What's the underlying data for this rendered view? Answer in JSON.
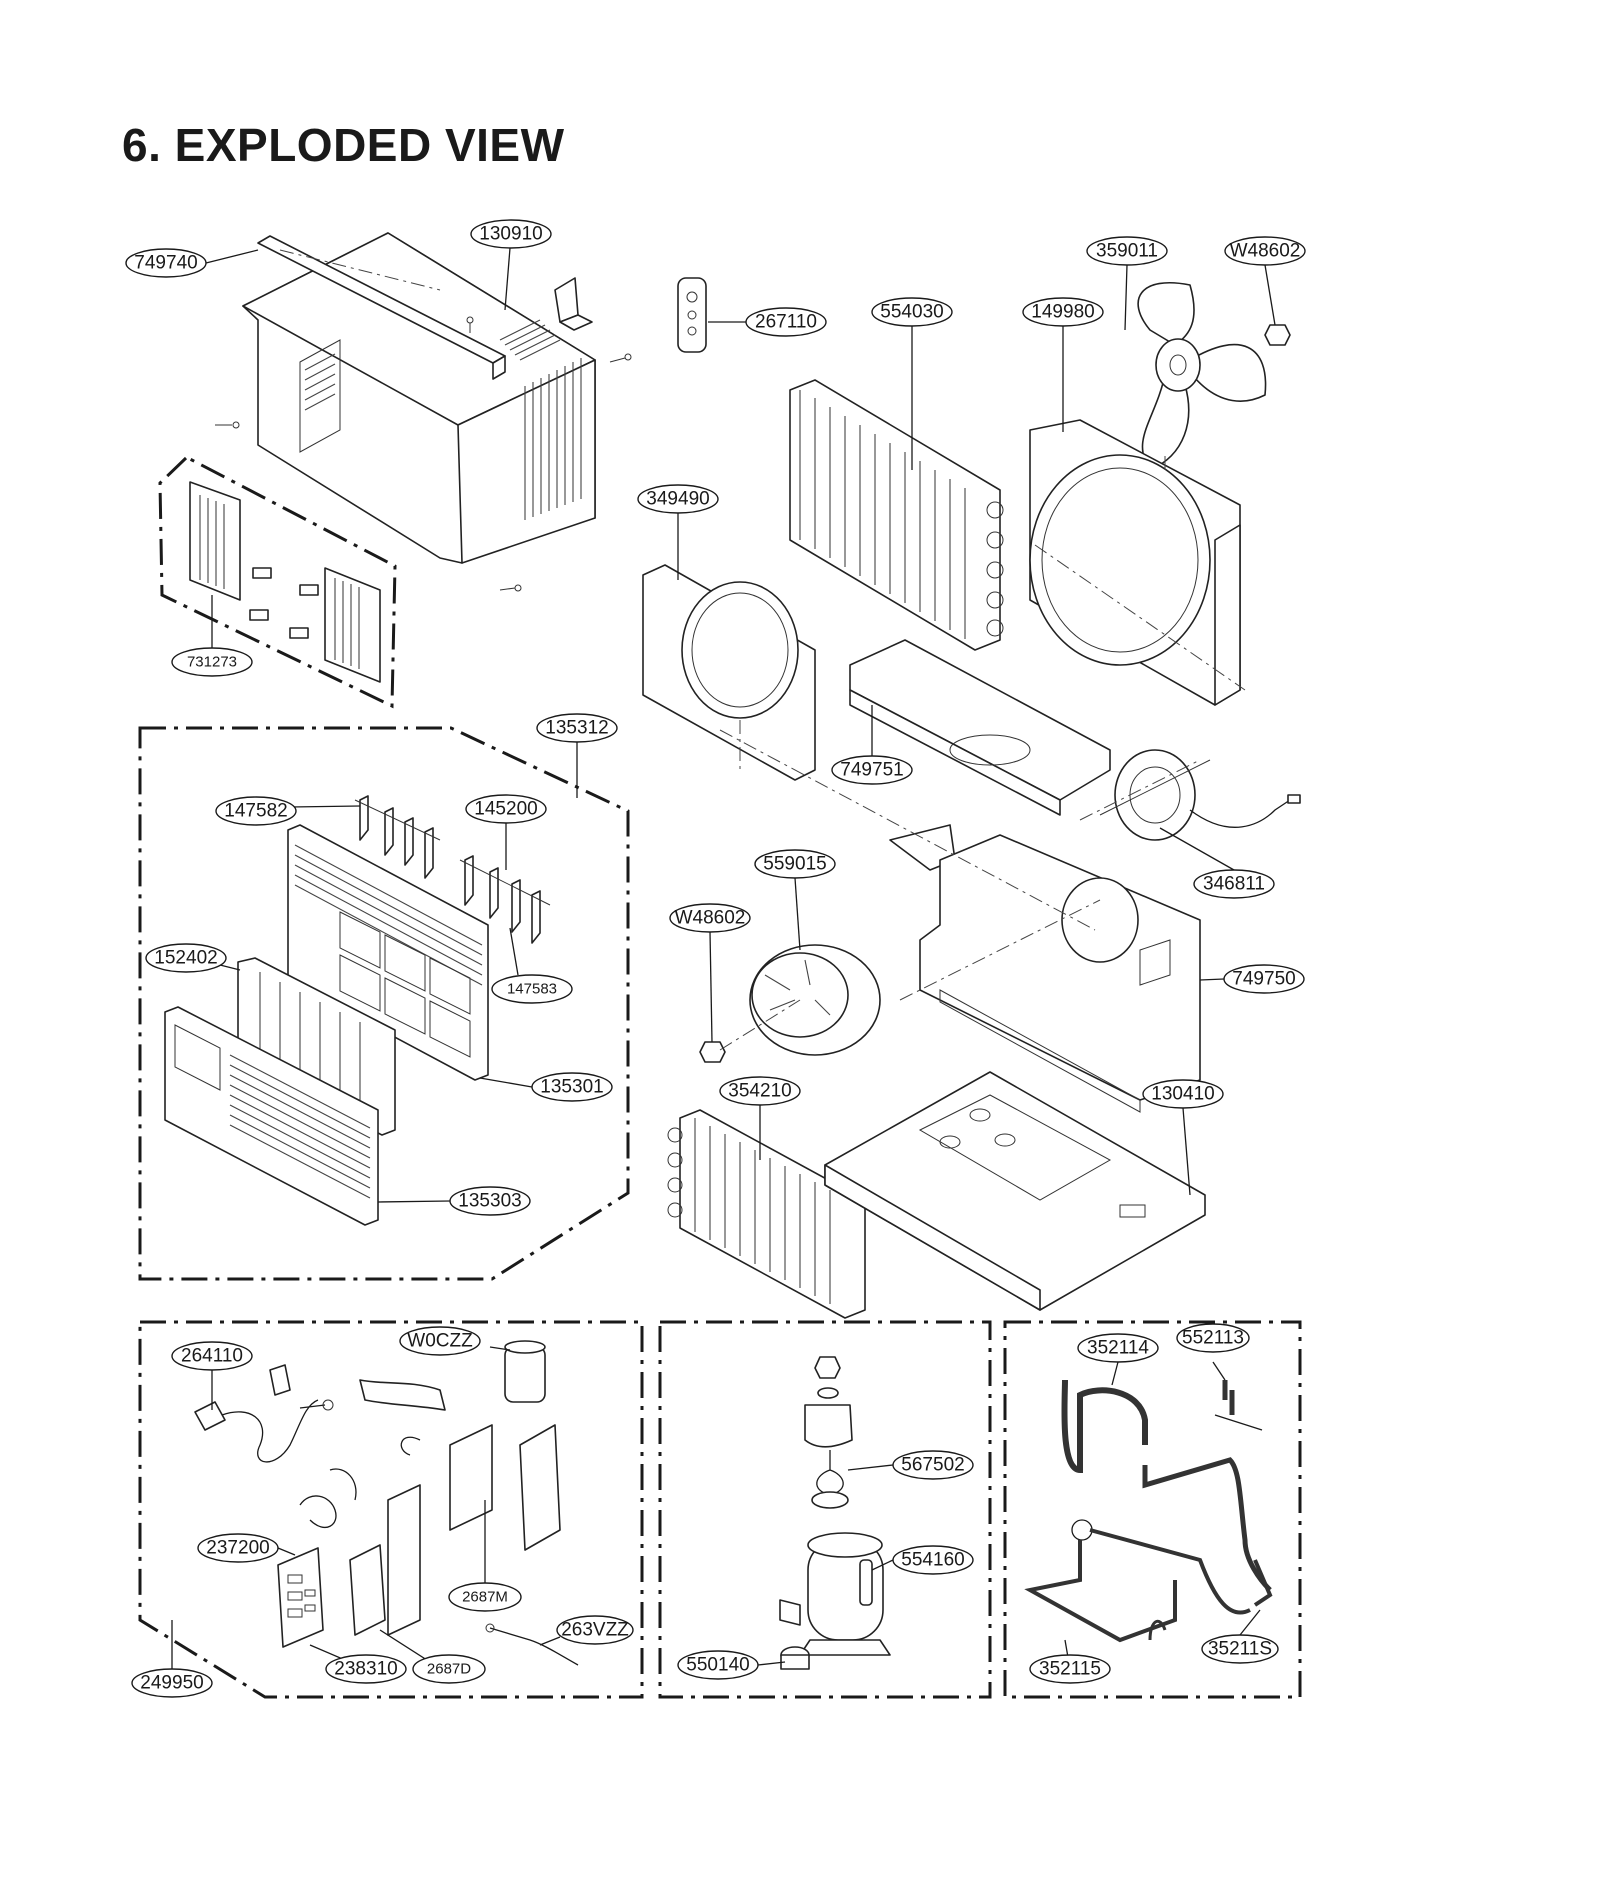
{
  "title": "6. EXPLODED VIEW",
  "labels": {
    "p749740": "749740",
    "p130910": "130910",
    "p267110": "267110",
    "p554030": "554030",
    "p149980": "149980",
    "p359011": "359011",
    "pW48602a": "W48602",
    "p349490": "349490",
    "p731273": "731273",
    "p135312": "135312",
    "p749751": "749751",
    "p147582": "147582",
    "p145200": "145200",
    "p346811": "346811",
    "p559015": "559015",
    "pW48602b": "W48602",
    "p152402": "152402",
    "p147583": "147583",
    "p749750": "749750",
    "p135301": "135301",
    "p354210": "354210",
    "p130410": "130410",
    "p135303": "135303",
    "p264110": "264110",
    "pW0CZZ": "W0CZZ",
    "p352114": "352114",
    "p552113": "552113",
    "p567502": "567502",
    "p237200": "237200",
    "p554160": "554160",
    "p2687M": "2687M",
    "p263VZZ": "263VZZ",
    "p35211S": "35211S",
    "p249950": "249950",
    "p238310": "238310",
    "p2687D": "2687D",
    "p550140": "550140",
    "p352115": "352115"
  }
}
